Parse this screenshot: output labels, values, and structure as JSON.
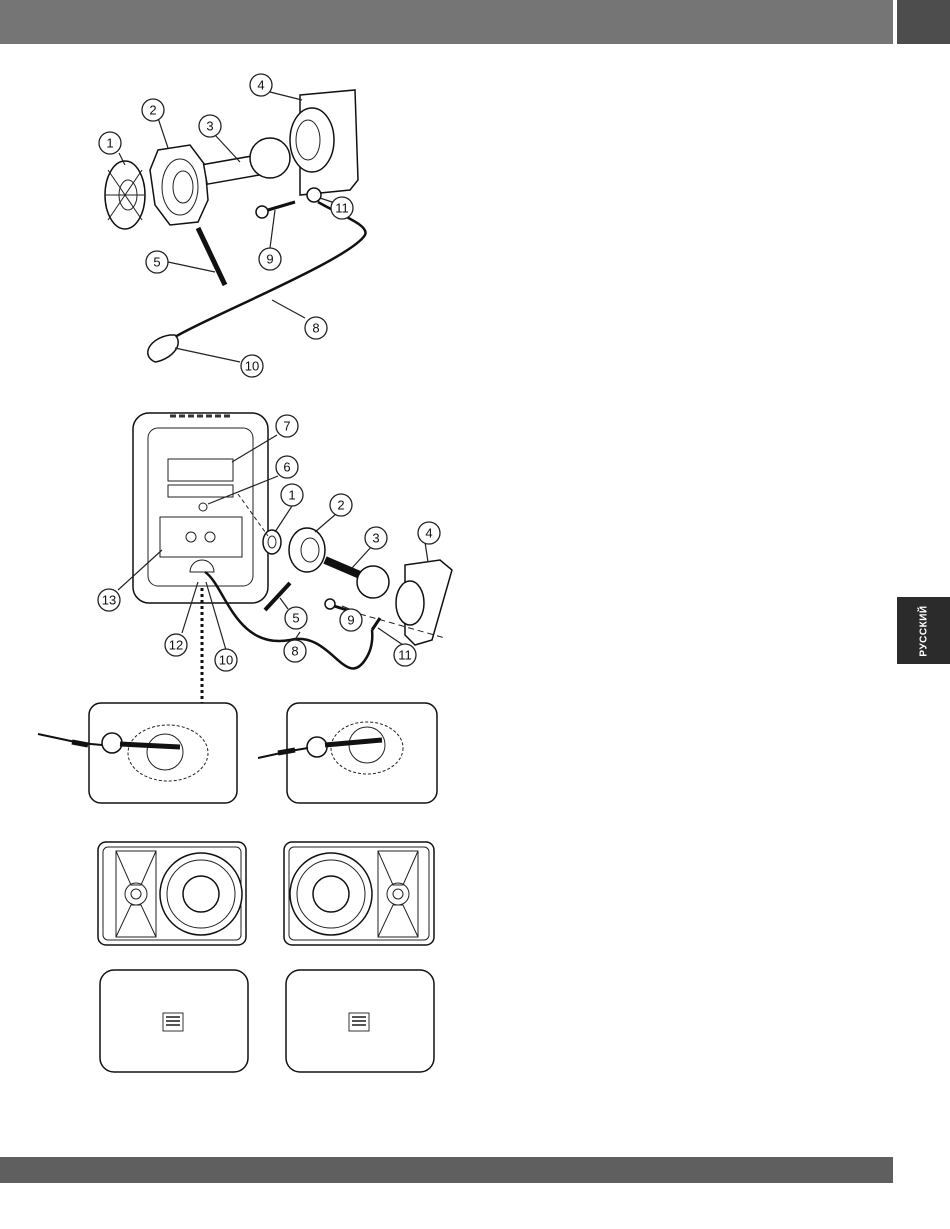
{
  "header": {
    "accent": "#757575",
    "accent_dark": "#4d4d4d"
  },
  "side_tab": {
    "label": "РУССКИЙ"
  },
  "footer": {
    "color": "#5f5f5f"
  },
  "figure_top": {
    "callouts": [
      "1",
      "2",
      "3",
      "4",
      "5",
      "8",
      "9",
      "10",
      "11"
    ]
  },
  "figure_bottom": {
    "callouts": [
      "1",
      "2",
      "3",
      "4",
      "5",
      "6",
      "7",
      "8",
      "9",
      "10",
      "11",
      "12",
      "13"
    ]
  }
}
